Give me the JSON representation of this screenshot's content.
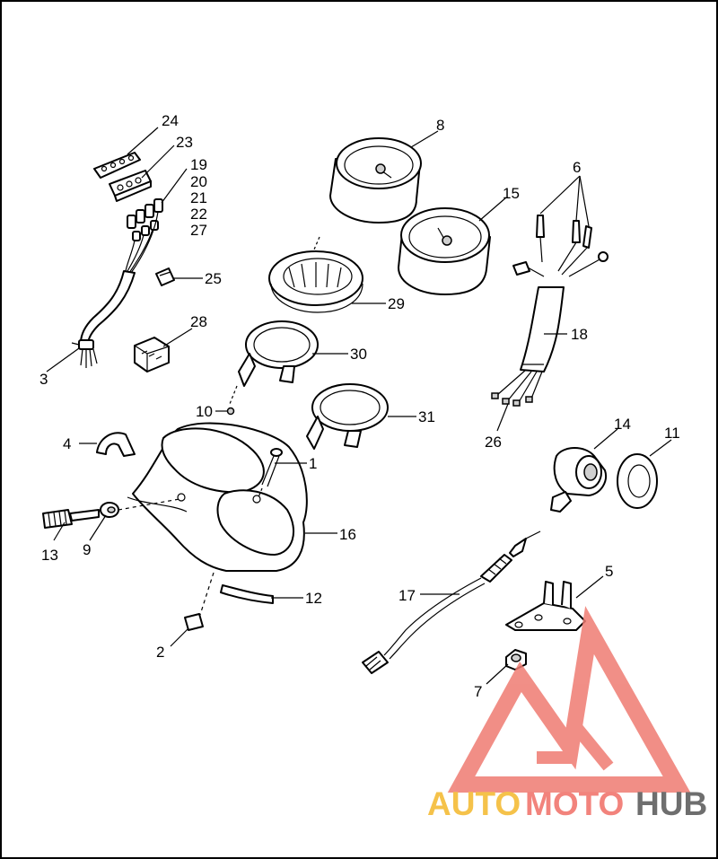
{
  "labels": [
    "24",
    "23",
    "19",
    "20",
    "21",
    "22",
    "27",
    "8",
    "15",
    "6",
    "25",
    "29",
    "28",
    "3",
    "30",
    "18",
    "10",
    "31",
    "26",
    "14",
    "11",
    "4",
    "1",
    "13",
    "9",
    "16",
    "12",
    "17",
    "5",
    "2",
    "7"
  ],
  "watermark": {
    "auto": "AUTO",
    "moto": "MOTO",
    "hub": "HUB",
    "colors": {
      "auto": "#f5c24a",
      "moto": "#f2837c",
      "hub": "#6e6e6e",
      "logo": "#ef7b72"
    }
  }
}
